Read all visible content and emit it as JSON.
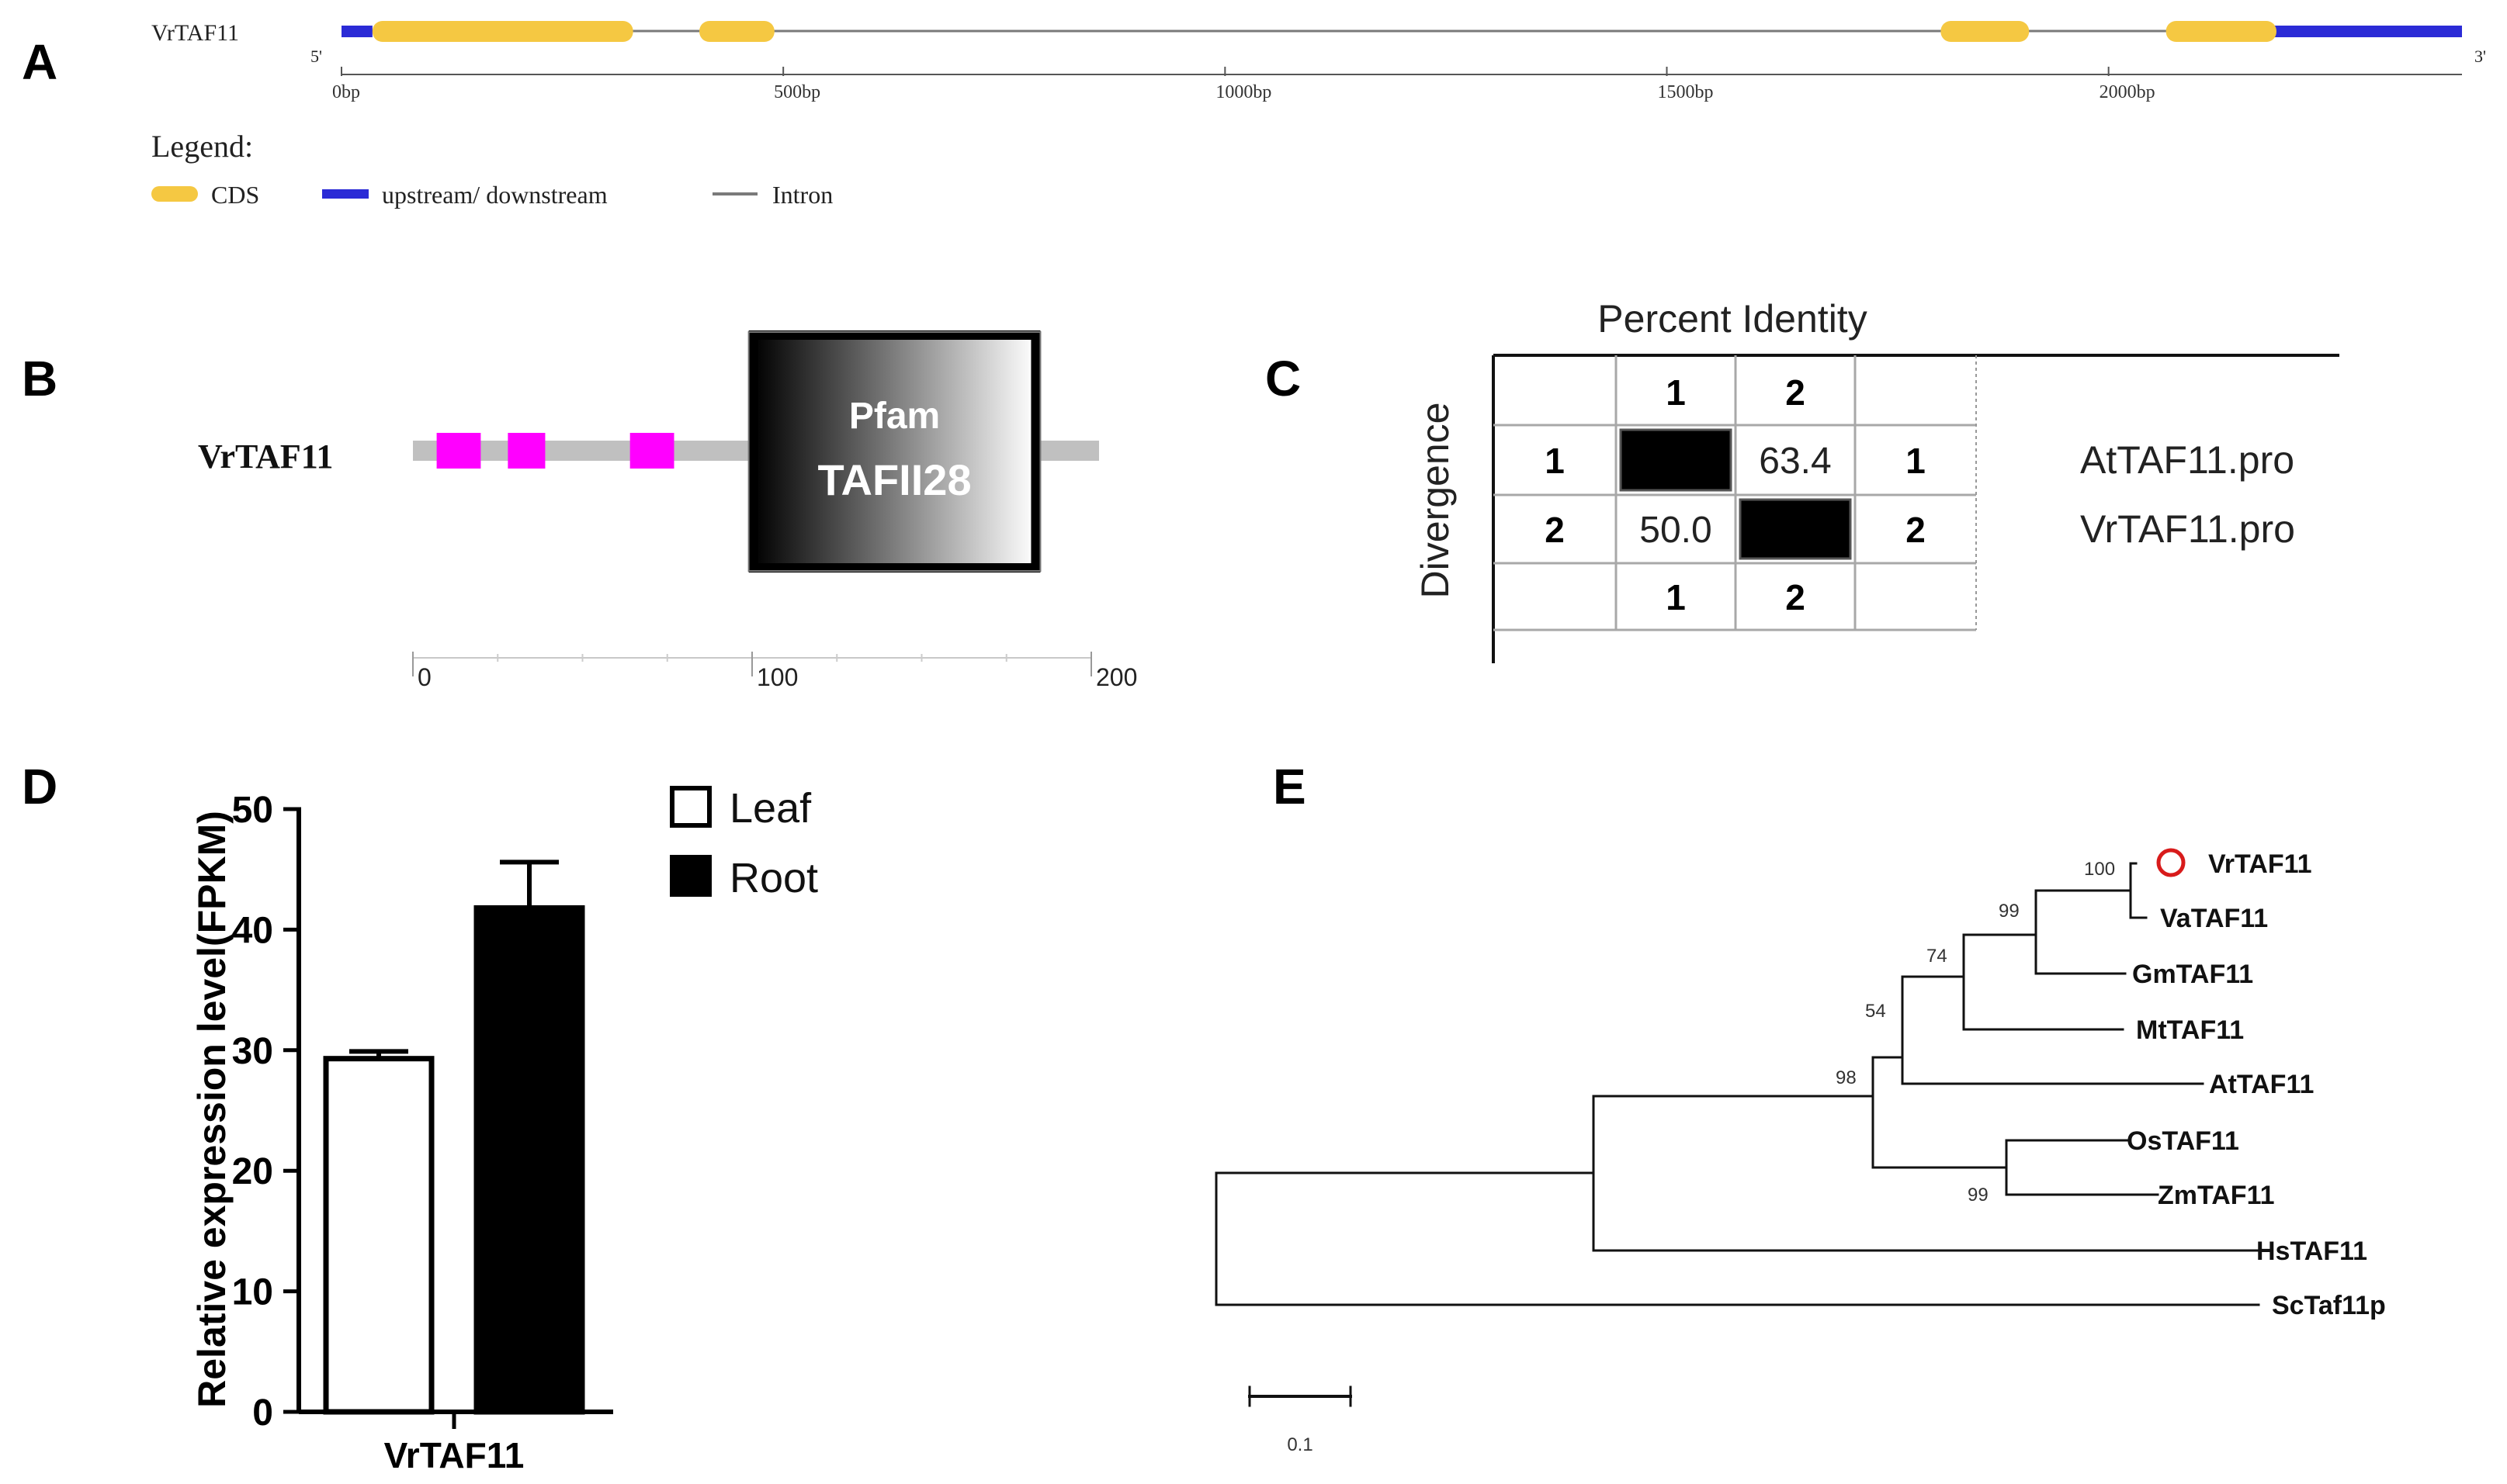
{
  "panel_letters": [
    "A",
    "B",
    "C",
    "D",
    "E"
  ],
  "colors": {
    "cds": "#f5c842",
    "utr": "#2b2bd6",
    "intron": "#7a7a7a",
    "motif": "#ff00ff",
    "domain_bar": "#c0c0c0",
    "circle": "#d81b1b"
  },
  "panel_a": {
    "gene": "VrTAF11",
    "five_prime": "5'",
    "three_prime": "3'",
    "gene_length_bp": 2400,
    "axis_ticks": [
      {
        "bp": 0,
        "label": "0bp"
      },
      {
        "bp": 500,
        "label": "500bp"
      },
      {
        "bp": 1000,
        "label": "1000bp"
      },
      {
        "bp": 1500,
        "label": "1500bp"
      },
      {
        "bp": 2000,
        "label": "2000bp"
      }
    ],
    "utr_segments_bp": [
      [
        0,
        35
      ],
      [
        2090,
        2400
      ]
    ],
    "cds_segments_bp": [
      [
        35,
        330
      ],
      [
        405,
        490
      ],
      [
        1810,
        1910
      ],
      [
        2065,
        2190
      ]
    ],
    "legend_title": "Legend:",
    "legend": {
      "cds": "CDS",
      "utr": "upstream/ downstream",
      "intron": "Intron"
    }
  },
  "panel_b": {
    "protein": "VrTAF11",
    "protein_length_aa": 200,
    "domain_line1": "Pfam",
    "domain_line2": "TAFII28",
    "domain_range_aa": [
      99,
      185
    ],
    "motifs_aa": [
      [
        7,
        20
      ],
      [
        28,
        39
      ],
      [
        64,
        77
      ]
    ],
    "axis_ticks": [
      {
        "aa": 0,
        "label": "0"
      },
      {
        "aa": 100,
        "label": "100"
      },
      {
        "aa": 200,
        "label": "200"
      }
    ]
  },
  "panel_c": {
    "title": "Percent Identity",
    "side_label": "Divergence",
    "col_headers": [
      "1",
      "2"
    ],
    "row_headers": [
      "1",
      "2"
    ],
    "right_index": [
      "1",
      "2"
    ],
    "footer": [
      "1",
      "2"
    ],
    "identity": "63.4",
    "divergence": "50.0",
    "sequences": [
      "AtTAF11.pro",
      "VrTAF11.pro"
    ]
  },
  "chart_data": {
    "type": "bar",
    "categories": [
      "VrTAF11"
    ],
    "series": [
      {
        "name": "Leaf",
        "values": [
          29.3
        ],
        "error": [
          0.6
        ],
        "color": "#ffffff"
      },
      {
        "name": "Root",
        "values": [
          41.8
        ],
        "error": [
          3.8
        ],
        "color": "#000000"
      }
    ],
    "ylabel": "Relative expression level(FPKM)",
    "ylim": [
      0,
      50
    ],
    "yticks": [
      "0",
      "10",
      "20",
      "30",
      "40",
      "50"
    ],
    "grid": false,
    "legend_position": "top-right"
  },
  "panel_e": {
    "leaves": [
      "VrTAF11",
      "VaTAF11",
      "GmTAF11",
      "MtTAF11",
      "AtTAF11",
      "OsTAF11",
      "ZmTAF11",
      "HsTAF11",
      "ScTaf11p"
    ],
    "bootstrap": [
      "100",
      "99",
      "74",
      "54",
      "98",
      "99"
    ],
    "highlighted_leaf": "VrTAF11",
    "scale_label": "0.1"
  }
}
